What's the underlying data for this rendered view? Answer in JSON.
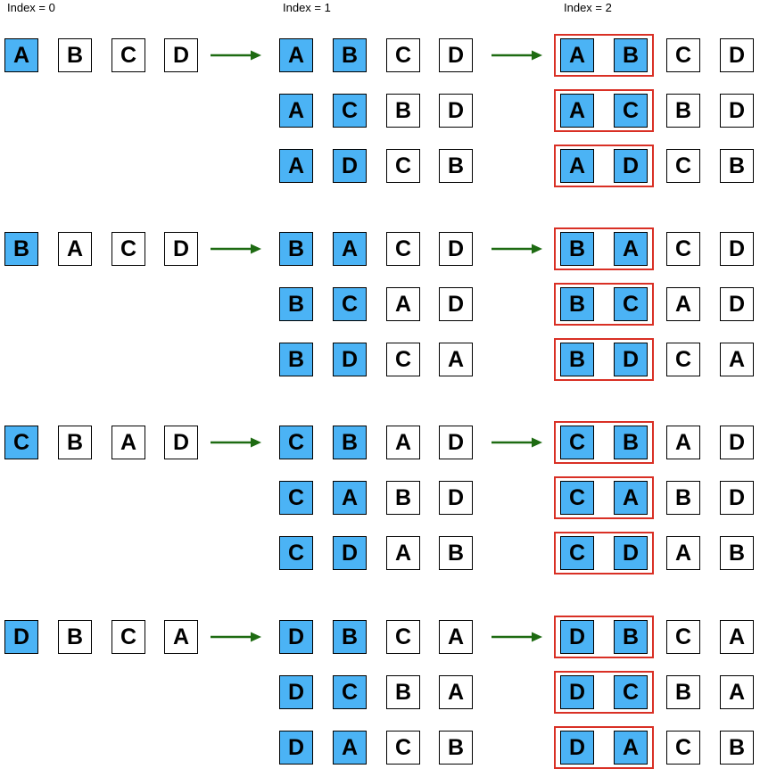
{
  "headers": [
    "Index = 0",
    "Index = 1",
    "Index = 2"
  ],
  "colors": {
    "selected_fill": "#4bb3f5",
    "plain_fill": "#ffffff",
    "arrow": "#1e6b12",
    "highlight_border": "#d93025"
  },
  "groups": [
    {
      "index0": [
        "A",
        "B",
        "C",
        "D"
      ],
      "index1": [
        [
          "A",
          "B",
          "C",
          "D"
        ],
        [
          "A",
          "C",
          "B",
          "D"
        ],
        [
          "A",
          "D",
          "C",
          "B"
        ]
      ],
      "index2": [
        [
          "A",
          "B",
          "C",
          "D"
        ],
        [
          "A",
          "C",
          "B",
          "D"
        ],
        [
          "A",
          "D",
          "C",
          "B"
        ]
      ]
    },
    {
      "index0": [
        "B",
        "A",
        "C",
        "D"
      ],
      "index1": [
        [
          "B",
          "A",
          "C",
          "D"
        ],
        [
          "B",
          "C",
          "A",
          "D"
        ],
        [
          "B",
          "D",
          "C",
          "A"
        ]
      ],
      "index2": [
        [
          "B",
          "A",
          "C",
          "D"
        ],
        [
          "B",
          "C",
          "A",
          "D"
        ],
        [
          "B",
          "D",
          "C",
          "A"
        ]
      ]
    },
    {
      "index0": [
        "C",
        "B",
        "A",
        "D"
      ],
      "index1": [
        [
          "C",
          "B",
          "A",
          "D"
        ],
        [
          "C",
          "A",
          "B",
          "D"
        ],
        [
          "C",
          "D",
          "A",
          "B"
        ]
      ],
      "index2": [
        [
          "C",
          "B",
          "A",
          "D"
        ],
        [
          "C",
          "A",
          "B",
          "D"
        ],
        [
          "C",
          "D",
          "A",
          "B"
        ]
      ]
    },
    {
      "index0": [
        "D",
        "B",
        "C",
        "A"
      ],
      "index1": [
        [
          "D",
          "B",
          "C",
          "A"
        ],
        [
          "D",
          "C",
          "B",
          "A"
        ],
        [
          "D",
          "A",
          "C",
          "B"
        ]
      ],
      "index2": [
        [
          "D",
          "B",
          "C",
          "A"
        ],
        [
          "D",
          "C",
          "B",
          "A"
        ],
        [
          "D",
          "A",
          "C",
          "B"
        ]
      ]
    }
  ]
}
